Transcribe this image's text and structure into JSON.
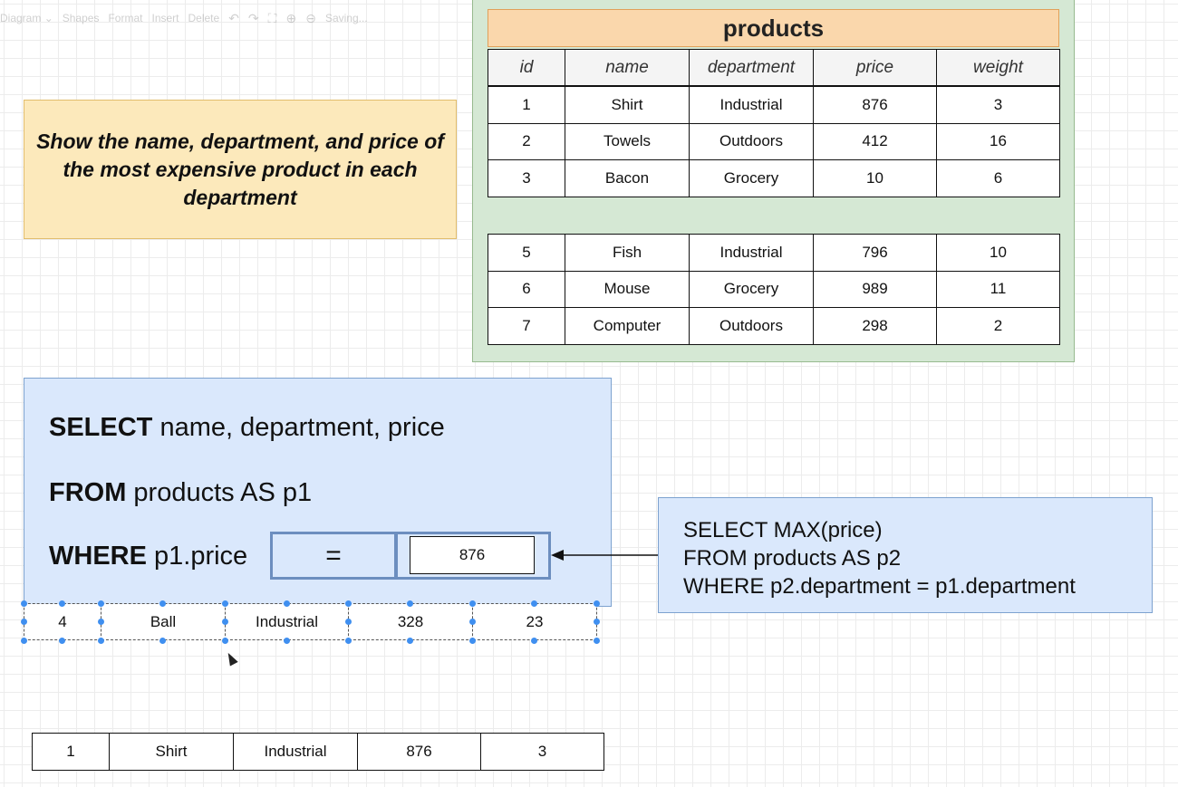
{
  "toolbar": {
    "items": [
      {
        "label": "Diagram",
        "icon": "chevron-down-icon"
      },
      {
        "label": "Shapes"
      },
      {
        "label": "Format"
      },
      {
        "label": "Insert"
      },
      {
        "label": "Delete"
      },
      {
        "icon": "undo-icon"
      },
      {
        "icon": "redo-icon"
      },
      {
        "icon": "fullscreen-icon"
      },
      {
        "icon": "zoom-in-icon"
      },
      {
        "icon": "zoom-out-icon"
      },
      {
        "label": "Saving..."
      }
    ]
  },
  "question": {
    "text": "Show the name, department, and price of the most expensive product in each department"
  },
  "products": {
    "title": "products",
    "columns": [
      "id",
      "name",
      "department",
      "price",
      "weight"
    ],
    "rows_top": [
      [
        "1",
        "Shirt",
        "Industrial",
        "876",
        "3"
      ],
      [
        "2",
        "Towels",
        "Outdoors",
        "412",
        "16"
      ],
      [
        "3",
        "Bacon",
        "Grocery",
        "10",
        "6"
      ]
    ],
    "rows_bottom": [
      [
        "5",
        "Fish",
        "Industrial",
        "796",
        "10"
      ],
      [
        "6",
        "Mouse",
        "Grocery",
        "989",
        "11"
      ],
      [
        "7",
        "Computer",
        "Outdoors",
        "298",
        "2"
      ]
    ]
  },
  "query": {
    "select_keyword": "SELECT",
    "select_rest": " name, department, price",
    "from_keyword": "FROM",
    "from_rest": " products AS p1",
    "where_keyword": "WHERE",
    "where_rest": " p1.price",
    "operator": "=",
    "value": "876"
  },
  "subquery": {
    "lines": [
      "SELECT MAX(price)",
      "FROM products AS p2",
      "WHERE p2.department = p1.department"
    ]
  },
  "selected_row": [
    "4",
    "Ball",
    "Industrial",
    "328",
    "23"
  ],
  "result_row": [
    "1",
    "Shirt",
    "Industrial",
    "876",
    "3"
  ],
  "colors": {
    "question_fill": "#fce9bb",
    "products_panel_fill": "#d5e8d4",
    "title_fill": "#fad7ac",
    "query_fill": "#dae8fc",
    "query_highlight_border": "#6c8ebf",
    "selection_handle": "#3f8ff0"
  }
}
